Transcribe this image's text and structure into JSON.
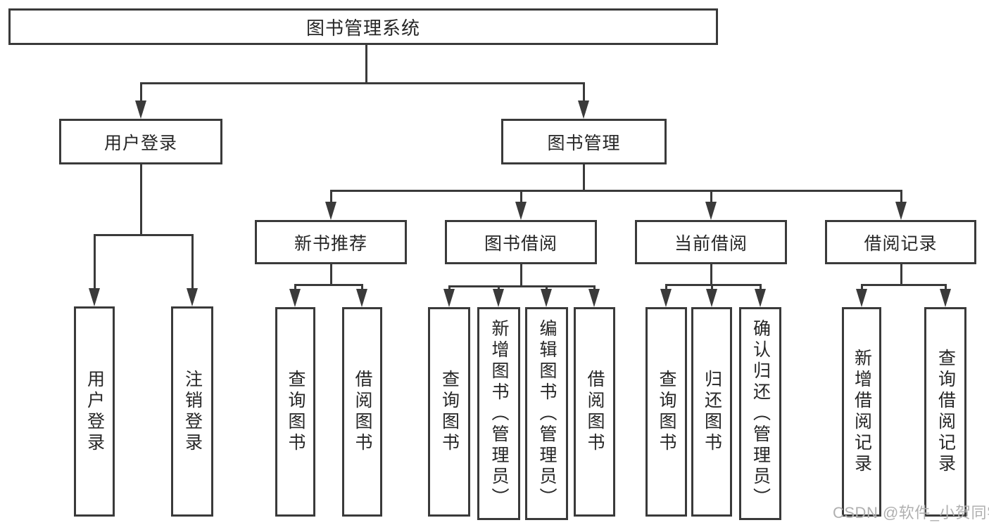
{
  "diagram_title": "图书管理系统",
  "nodes": {
    "root": "图书管理系统",
    "user_login": "用户登录",
    "book_management": "图书管理",
    "leaf_user_login": "用户登录",
    "leaf_logout": "注销登录",
    "new_book_recommend": "新书推荐",
    "book_borrow": "图书借阅",
    "current_borrow": "当前借阅",
    "borrow_record": "借阅记录",
    "rec_query_book": "查询图书",
    "rec_borrow_book": "借阅图书",
    "bb_query_book": "查询图书",
    "bb_add_book": "新增图书（管理员）",
    "bb_edit_book": "编辑图书（管理员）",
    "bb_borrow_book": "借阅图书",
    "cb_query_book": "查询图书",
    "cb_return_book": "归还图书",
    "cb_confirm_return": "确认归还（管理员）",
    "br_add_record": "新增借阅记录",
    "br_query_record": "查询借阅记录"
  },
  "hierarchy": {
    "图书管理系统": {
      "用户登录": [
        "用户登录",
        "注销登录"
      ],
      "图书管理": {
        "新书推荐": [
          "查询图书",
          "借阅图书"
        ],
        "图书借阅": [
          "查询图书",
          "新增图书（管理员）",
          "编辑图书（管理员）",
          "借阅图书"
        ],
        "当前借阅": [
          "查询图书",
          "归还图书",
          "确认归还（管理员）"
        ],
        "借阅记录": [
          "新增借阅记录",
          "查询借阅记录"
        ]
      }
    }
  },
  "watermark": "CSDN @软件_小贺同学",
  "colors": {
    "line": "#3a3a3a",
    "border": "#3a3a3a",
    "text": "#262626",
    "watermark": "#b0b0b0",
    "background": "#ffffff"
  }
}
